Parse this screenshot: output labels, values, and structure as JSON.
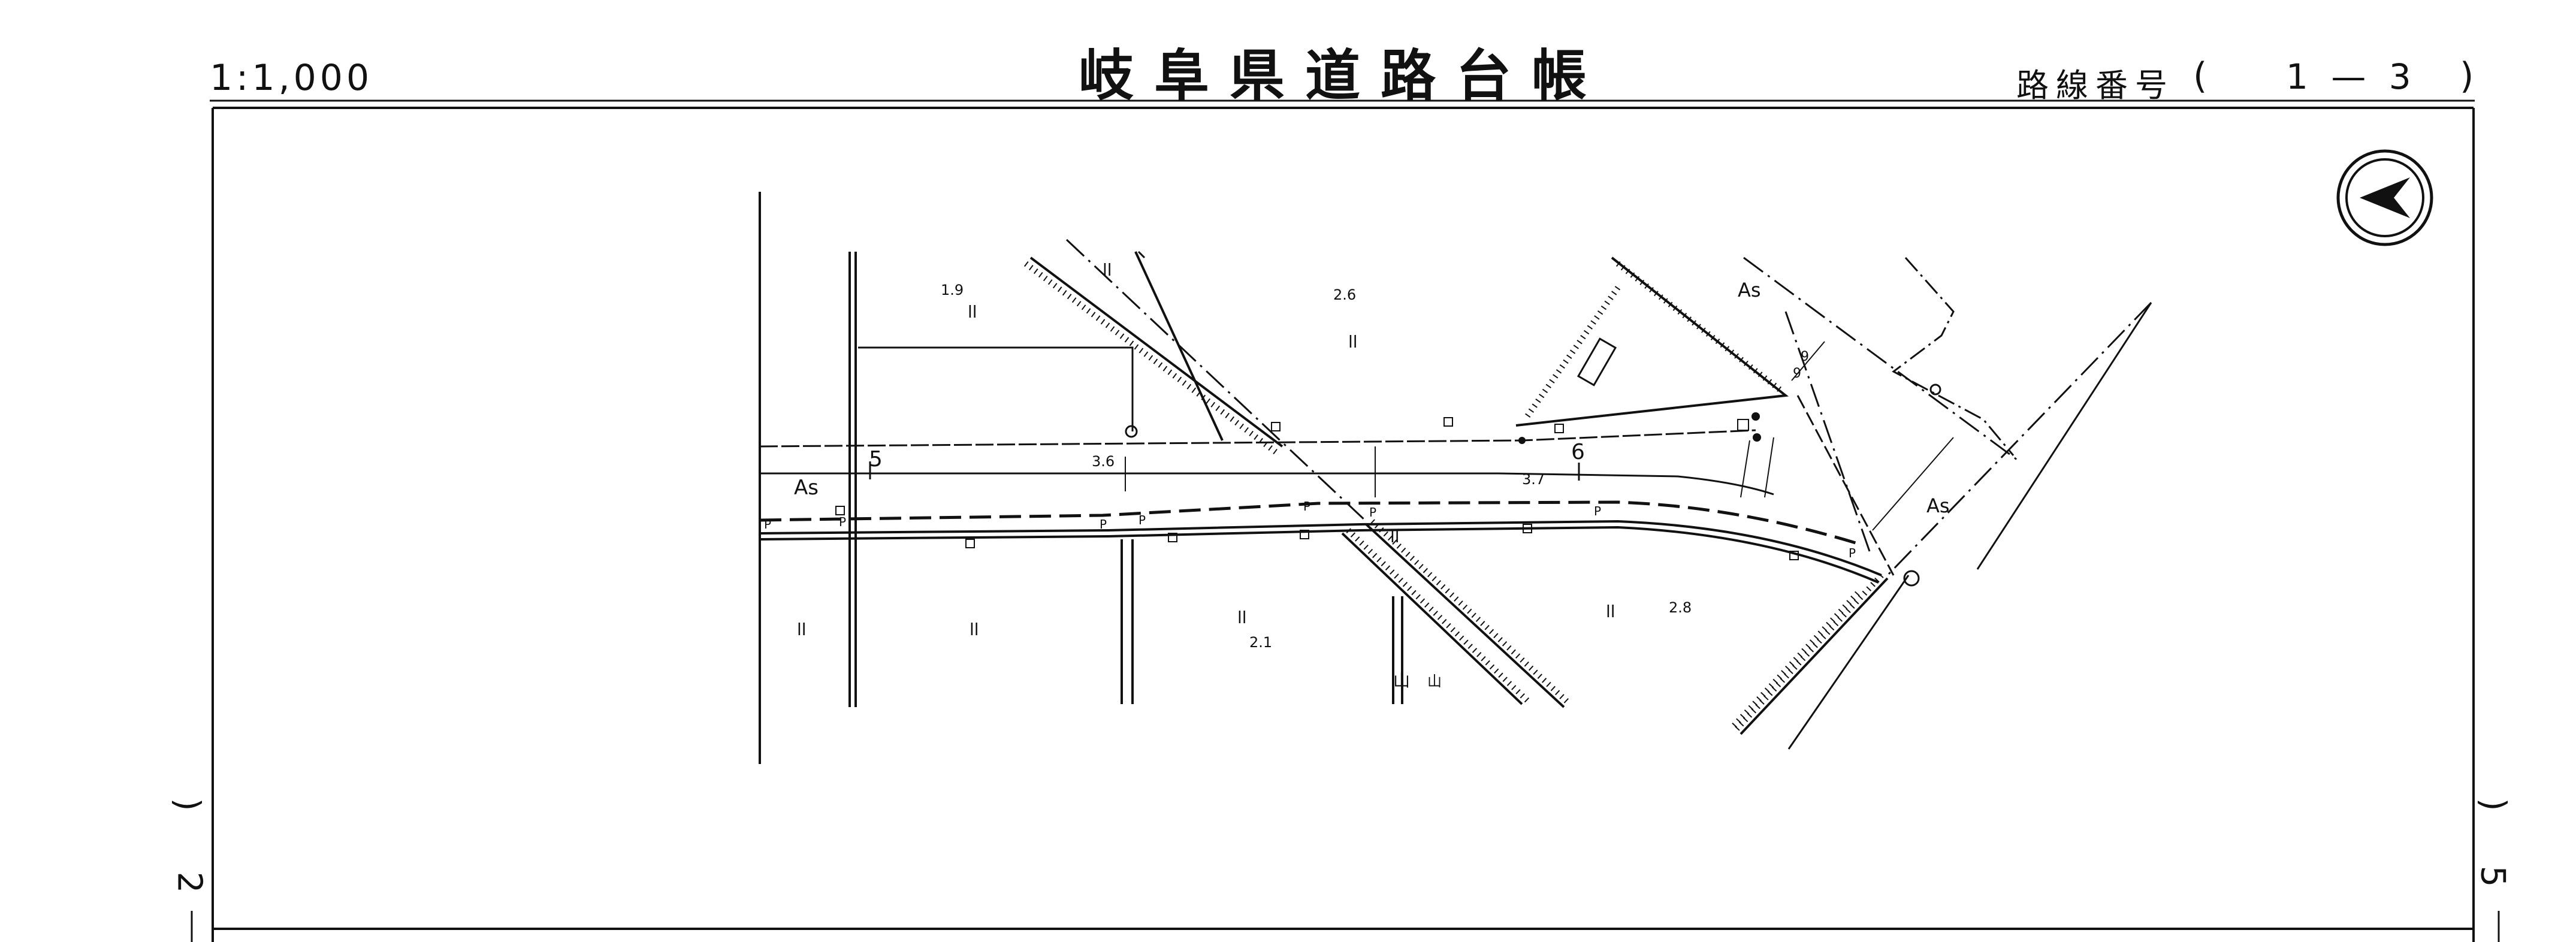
{
  "header": {
    "scale": "1:1,000",
    "title": "岐阜県道路台帳",
    "route_label": "路線番号",
    "route_open": "(",
    "route_number": "1 — 3",
    "route_close": ")"
  },
  "side_marks": {
    "left_paren": ")",
    "left_number": "2",
    "right_paren": ")",
    "right_number": "5"
  },
  "map": {
    "surface_labels": [
      "As",
      "As",
      "As"
    ],
    "station_numbers": [
      "5",
      "6"
    ],
    "spot_heights": [
      "1.9",
      "2.6",
      "3.6",
      "3.7",
      "2.1",
      "2.8"
    ],
    "land_use_marks": [
      "ll",
      "ll",
      "ll",
      "ll",
      "ll",
      "ll",
      "ll",
      "ll",
      "山",
      "山"
    ],
    "pole_marks": [
      "P",
      "P",
      "P",
      "P",
      "P",
      "P",
      "P",
      "P"
    ],
    "angle_marks": [
      "9",
      "9"
    ],
    "north_arrow": "north-arrow-icon"
  }
}
